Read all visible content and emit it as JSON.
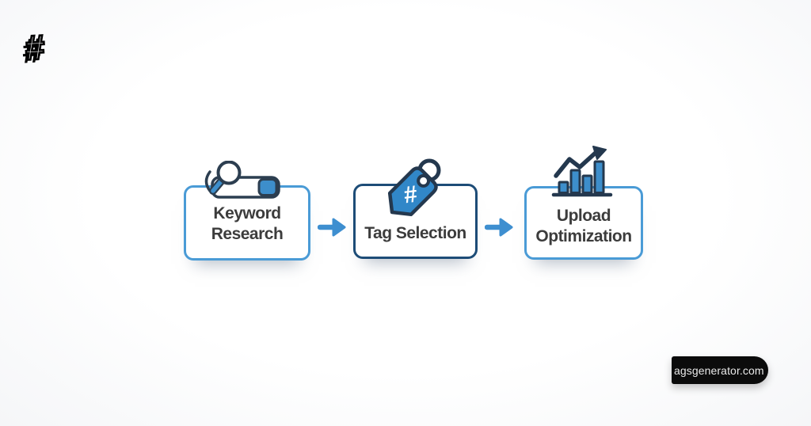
{
  "logo": {
    "glyph": "#"
  },
  "flow": {
    "arrow_color": "#3e8fd0",
    "steps": [
      {
        "lines": [
          "Keyword",
          "Research"
        ],
        "icon": "search-bar-icon",
        "border_color": "#4a9bd6"
      },
      {
        "lines": [
          "Tag Selection"
        ],
        "icon": "hashtag-tag-icon",
        "border_color": "#1d4c77",
        "tag_glyph": "#"
      },
      {
        "lines": [
          "Upload",
          "Optimization"
        ],
        "icon": "growth-chart-icon",
        "border_color": "#4a9bd6"
      }
    ]
  },
  "watermark": {
    "text": "agsgenerator.com"
  },
  "colors": {
    "background": "#fafbfc",
    "box_fill": "#ffffff",
    "label_text": "#3c3c3c",
    "light_border": "#4a9bd6",
    "dark_border": "#1d4c77",
    "icon_blue": "#3d8ecb",
    "icon_outline": "#24384e",
    "arrow": "#3e8fd0",
    "watermark_bg": "#0b0b0b",
    "watermark_text": "#e9e9e9"
  }
}
